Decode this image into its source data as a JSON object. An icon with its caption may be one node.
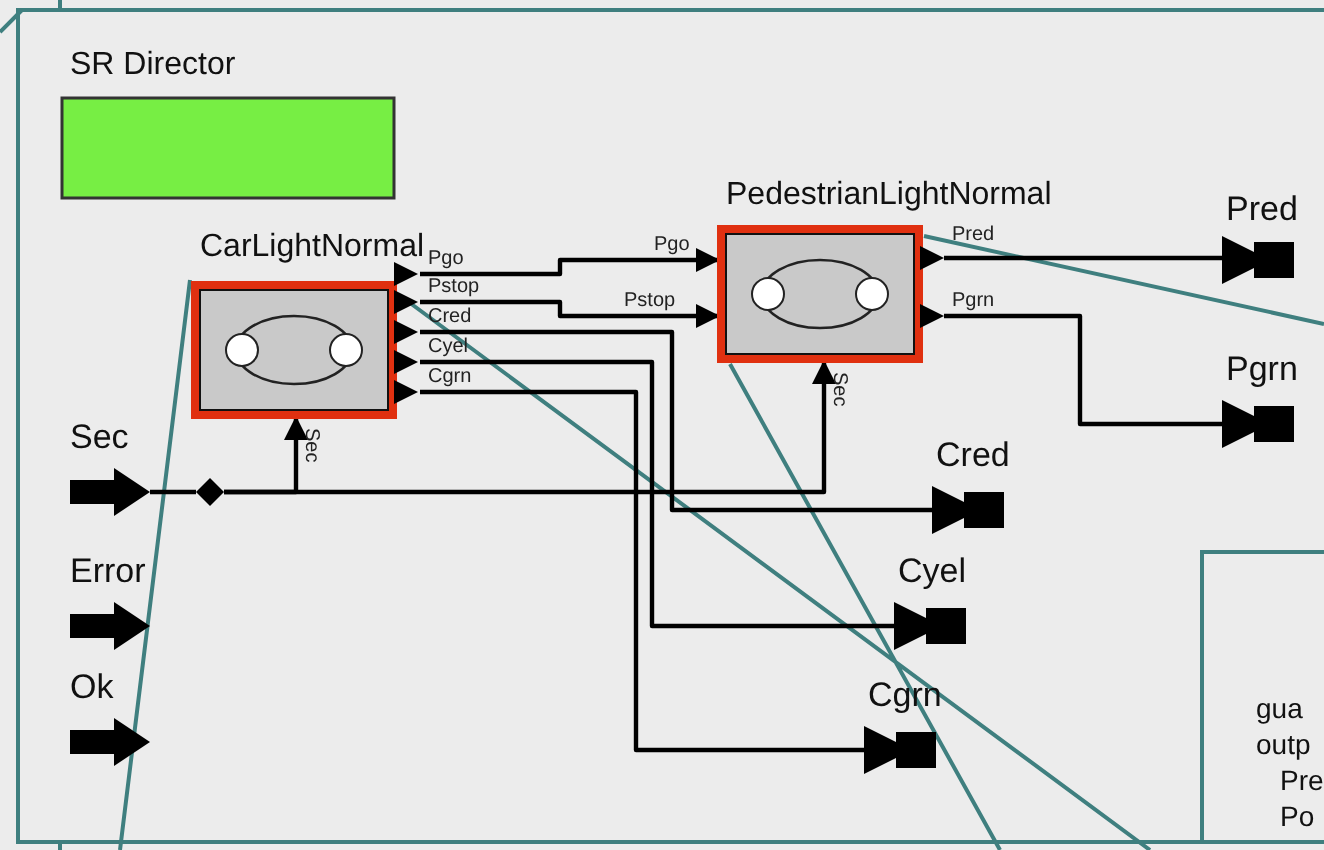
{
  "diagram": {
    "nodes": [
      {
        "text": [
          "SR Director"
        ]
      },
      {
        "text": [
          "CarLightNormal"
        ]
      },
      {
        "text": [
          "PedestrianLightNormal"
        ]
      },
      {
        "text": [
          "Pred"
        ]
      },
      {
        "text": [
          "Pgrn"
        ]
      },
      {
        "text": [
          "Sec"
        ]
      },
      {
        "text": [],
        "shape": "diamond"
      },
      {
        "text": [
          "Cred"
        ]
      },
      {
        "text": [
          "Error"
        ]
      },
      {
        "text": [
          "Cyel"
        ]
      },
      {
        "text": [
          "Ok"
        ]
      },
      {
        "text": [
          "Cgrn"
        ]
      },
      {
        "text": [
          "gua",
          "outp",
          "Pre",
          "Po"
        ]
      }
    ],
    "edges": [
      {
        "from": 5,
        "to": 6,
        "arrow": "none"
      },
      {
        "from": 6,
        "to": 1,
        "arrow": "to"
      },
      {
        "from": 6,
        "to": 2,
        "arrow": "to"
      },
      {
        "from": 1,
        "to": 2,
        "arrow": "to"
      },
      {
        "from": 1,
        "to": 2,
        "arrow": "to"
      },
      {
        "from": 2,
        "to": 3,
        "arrow": "none"
      },
      {
        "from": 2,
        "to": 4,
        "arrow": "none"
      },
      {
        "from": 1,
        "to": 7,
        "arrow": "none"
      },
      {
        "from": 1,
        "to": 9,
        "arrow": "none"
      },
      {
        "from": 1,
        "to": 11,
        "arrow": "none"
      }
    ],
    "labels": [
      "Pgo",
      "Pred",
      "Pgo",
      "Pstop",
      "Pstop",
      "Pgrn",
      "Cred",
      "Cyel",
      "Cgrn",
      "Sec",
      "Sec"
    ]
  }
}
